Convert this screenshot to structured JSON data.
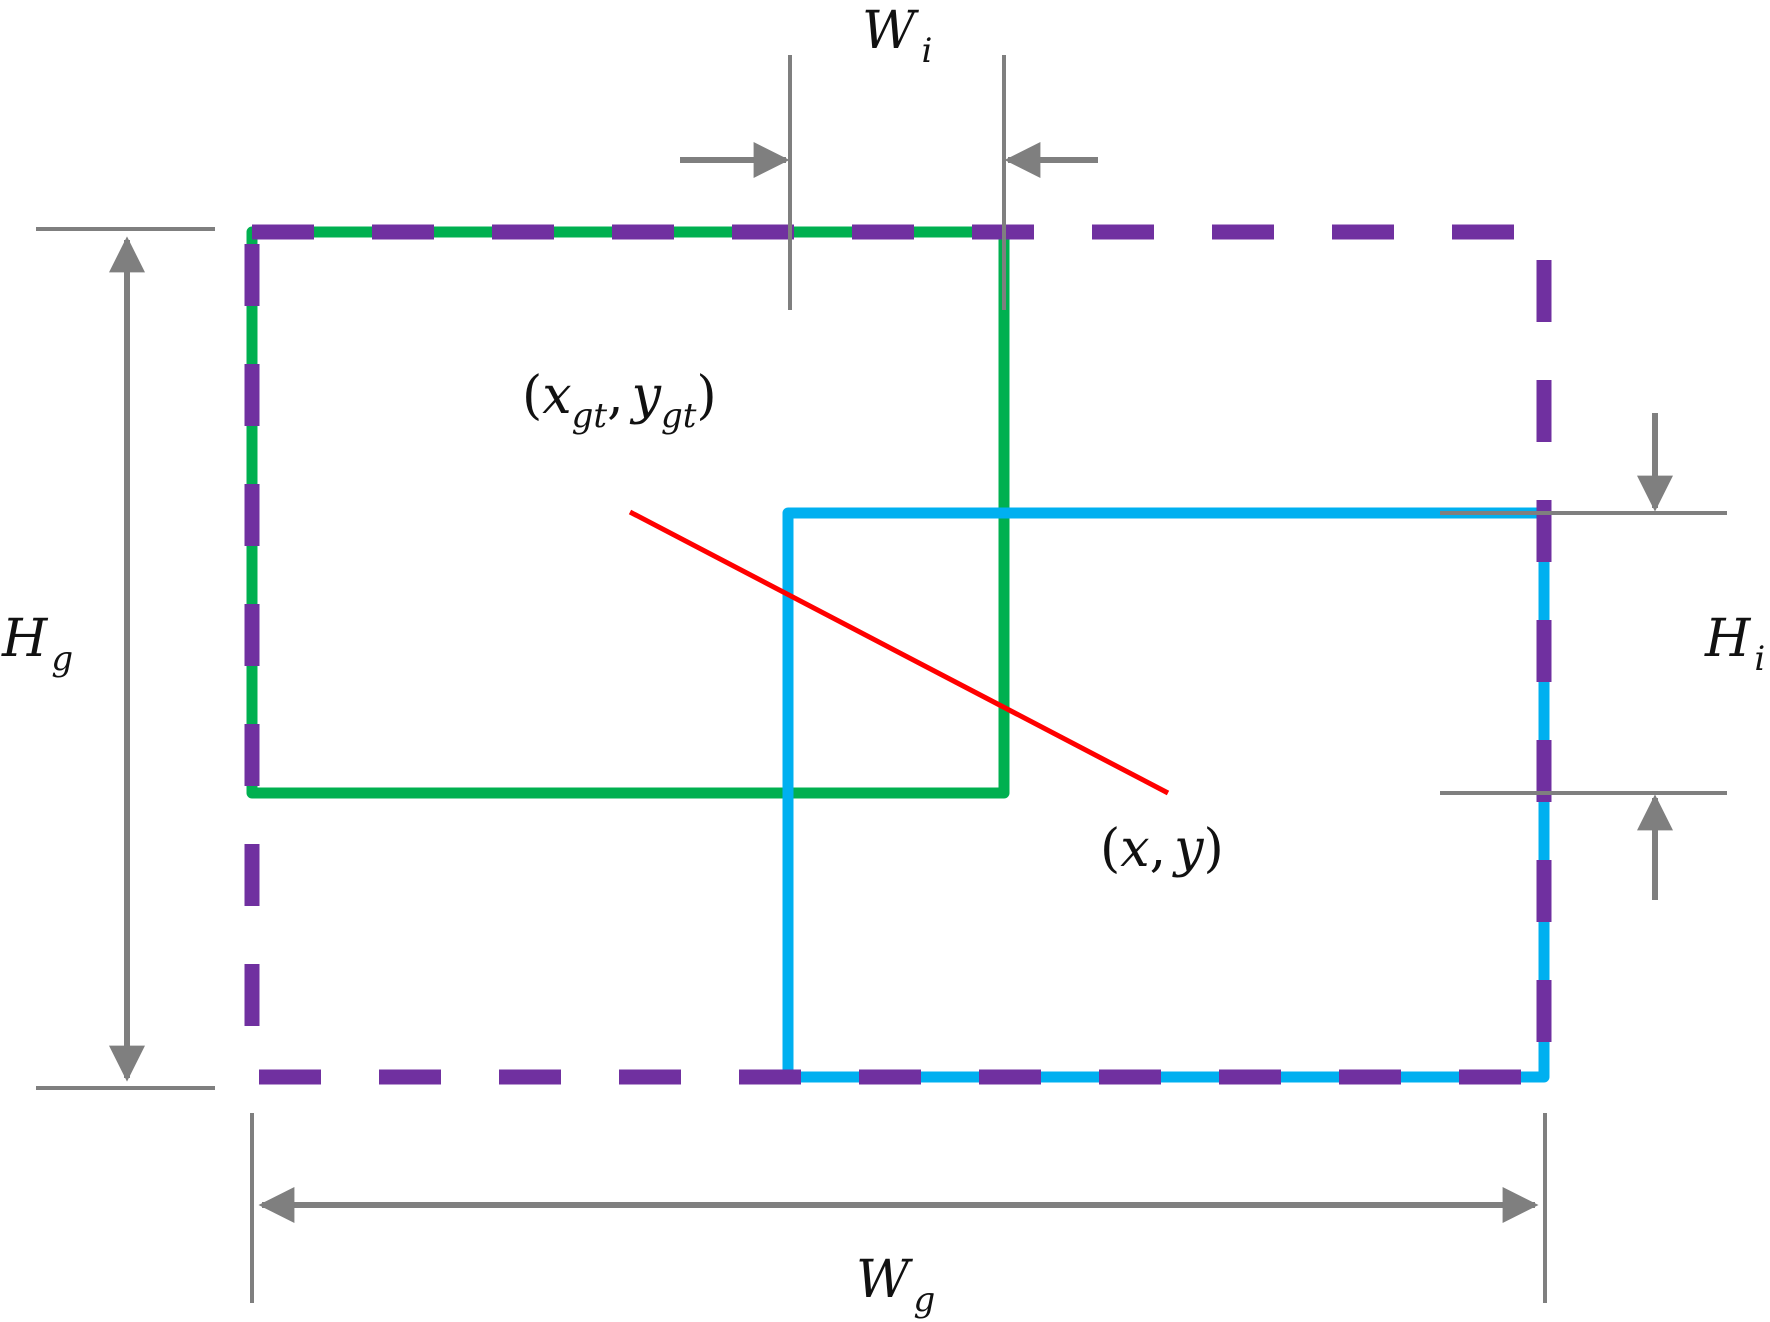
{
  "colors": {
    "enclosing_box": "#7030a0",
    "ground_truth_box": "#00b050",
    "predicted_box": "#00b0f0",
    "center_distance": "#ff0000",
    "dimension_lines": "#7f7f7f",
    "text": "#111111"
  },
  "labels": {
    "W_i": {
      "main": "W",
      "sub": "i"
    },
    "H_g": {
      "main": "H",
      "sub": "g"
    },
    "H_i": {
      "main": "H",
      "sub": "i"
    },
    "W_g": {
      "main": "W",
      "sub": "g"
    },
    "gt_center": {
      "open": "(",
      "x": "x",
      "x_sub": "gt",
      "comma": ",",
      "y": "y",
      "y_sub": "gt",
      "close": ")"
    },
    "pred_center": {
      "open": "(",
      "x": "x",
      "comma": ",",
      "y": "y",
      "close": ")"
    }
  }
}
